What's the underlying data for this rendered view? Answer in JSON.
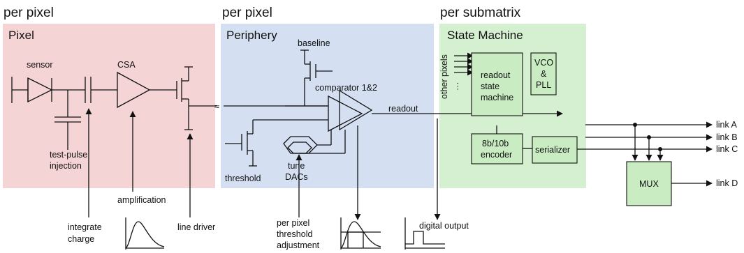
{
  "headers": {
    "left": "per pixel",
    "middle": "per pixel",
    "right": "per submatrix"
  },
  "regions": {
    "pixel": {
      "title": "Pixel",
      "fill": "#f4d4d4",
      "title_color": "#c0392b"
    },
    "periphery": {
      "title": "Periphery",
      "fill": "#d4e0f2",
      "title_color": "#3766b0"
    },
    "state_machine": {
      "title": "State Machine",
      "fill": "#d5f0d0",
      "title_color": "#2ca02c"
    }
  },
  "labels": {
    "sensor": "sensor",
    "csa": "CSA",
    "test_pulse_1": "test-pulse",
    "test_pulse_2": "injection",
    "baseline": "baseline",
    "comparator": "comparator 1&2",
    "threshold": "threshold",
    "tune_1": "tune",
    "tune_2": "DACs",
    "readout": "readout",
    "other_pixels": "other pixels",
    "dots": "···"
  },
  "blocks": {
    "readout_fsm": [
      "readout",
      "state",
      "machine"
    ],
    "vco": [
      "VCO",
      "&",
      "PLL"
    ],
    "encoder": [
      "8b/10b",
      "encoder"
    ],
    "serializer": "serializer",
    "mux": "MUX",
    "block_fill": "#c9ecc2"
  },
  "links": [
    "link A",
    "link B",
    "link C",
    "link D"
  ],
  "annotations": {
    "integrate_1": "integrate",
    "integrate_2": "charge",
    "amplification": "amplification",
    "line_driver": "line driver",
    "per_pixel_1": "per pixel",
    "per_pixel_2": "threshold",
    "per_pixel_3": "adjustment",
    "digital_output": "digital output"
  },
  "wire_mark": "≈"
}
